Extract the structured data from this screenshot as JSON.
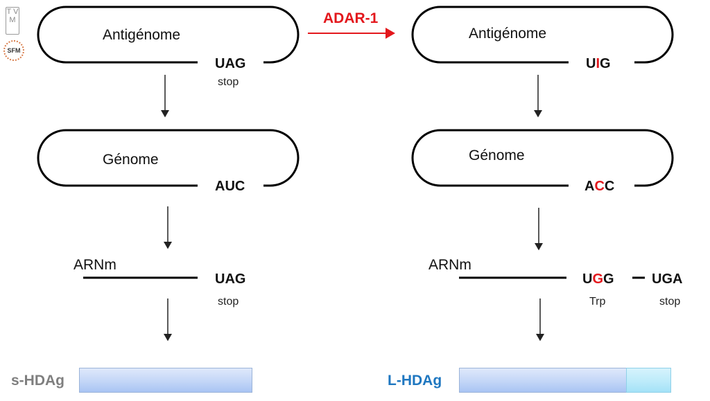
{
  "logos": {
    "tvm": "T V M",
    "sfm": "SFM"
  },
  "enzyme": {
    "label": "ADAR-1",
    "color": "#e3171c"
  },
  "left": {
    "antigenome": {
      "label": "Antigénome",
      "codon": "UAG",
      "note": "stop"
    },
    "genome": {
      "label": "Génome",
      "codon": "AUC"
    },
    "mrna": {
      "label": "ARNm",
      "codon": "UAG",
      "note": "stop"
    },
    "protein": {
      "label": "s-HDAg",
      "color": "#7f7f7f"
    }
  },
  "right": {
    "antigenome": {
      "label": "Antigénome",
      "codon_parts": [
        "U",
        "I",
        "G"
      ],
      "edited_index": 1
    },
    "genome": {
      "label": "Génome",
      "codon_parts": [
        "A",
        "C",
        "C"
      ],
      "edited_index": 1
    },
    "mrna": {
      "label": "ARNm",
      "codon_parts": [
        "U",
        "G",
        "G"
      ],
      "edited_index": 1,
      "note": "Trp",
      "stop_codon": "UGA",
      "stop_note": "stop"
    },
    "protein": {
      "label": "L-HDAg",
      "color": "#1f77c0"
    }
  }
}
